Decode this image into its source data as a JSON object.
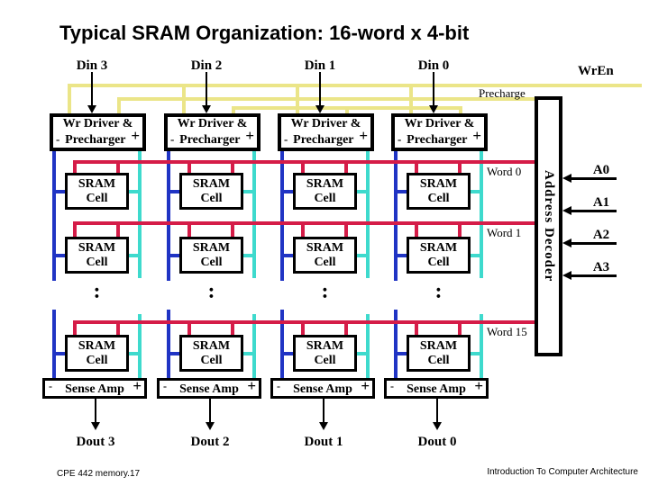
{
  "title": "Typical SRAM Organization: 16-word x 4-bit",
  "signals": {
    "wren": "WrEn",
    "precharge": "Precharge"
  },
  "columns": [
    {
      "din": "Din 3",
      "dout": "Dout 3"
    },
    {
      "din": "Din 2",
      "dout": "Dout 2"
    },
    {
      "din": "Din 1",
      "dout": "Dout 1"
    },
    {
      "din": "Din 0",
      "dout": "Dout 0"
    }
  ],
  "driver_box": {
    "line1": "Wr Driver &",
    "minus": "-",
    "line2": "Precharger",
    "plus": "+"
  },
  "cell_box": {
    "line1": "SRAM",
    "line2": "Cell"
  },
  "sense_amp": {
    "minus": "-",
    "label": "Sense Amp",
    "plus": "+"
  },
  "ellipsis": ":",
  "word_lines": [
    {
      "label": "Word 0"
    },
    {
      "label": "Word 1"
    },
    {
      "label": "Word 15"
    }
  ],
  "address_decoder": "Address Decoder",
  "address_inputs": [
    "A0",
    "A1",
    "A2",
    "A3"
  ],
  "footer": {
    "left": "CPE 442   memory.17",
    "right": "Introduction To Computer Architecture"
  },
  "colors": {
    "bus_yellow": "#EBE588",
    "bit_blue": "#2034C4",
    "bitbar_cyan": "#3EDACD",
    "word_red": "#D51C48"
  }
}
